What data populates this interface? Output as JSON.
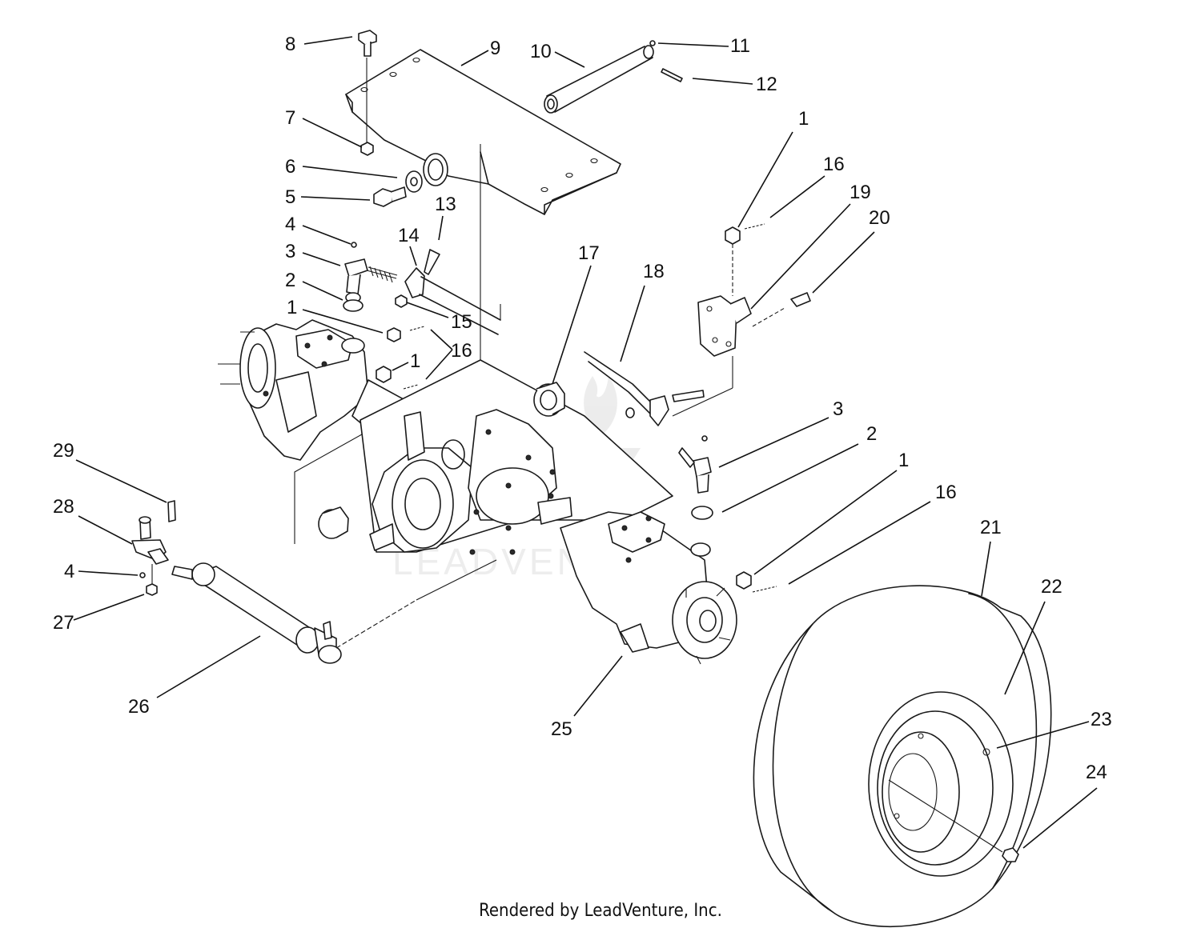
{
  "footer": {
    "credit": "Rendered by LeadVenture, Inc."
  },
  "watermark": {
    "text": "LEADVENTURE"
  },
  "callouts": [
    {
      "id": "c8",
      "label": "8"
    },
    {
      "id": "c9",
      "label": "9"
    },
    {
      "id": "c10",
      "label": "10"
    },
    {
      "id": "c11",
      "label": "11"
    },
    {
      "id": "c12",
      "label": "12"
    },
    {
      "id": "c7",
      "label": "7"
    },
    {
      "id": "c6",
      "label": "6"
    },
    {
      "id": "c5",
      "label": "5"
    },
    {
      "id": "c4a",
      "label": "4"
    },
    {
      "id": "c3a",
      "label": "3"
    },
    {
      "id": "c2a",
      "label": "2"
    },
    {
      "id": "c1a",
      "label": "1"
    },
    {
      "id": "c13",
      "label": "13"
    },
    {
      "id": "c14",
      "label": "14"
    },
    {
      "id": "c15",
      "label": "15"
    },
    {
      "id": "c16a",
      "label": "16"
    },
    {
      "id": "c1b",
      "label": "1"
    },
    {
      "id": "c1c",
      "label": "1"
    },
    {
      "id": "c16b",
      "label": "16"
    },
    {
      "id": "c19",
      "label": "19"
    },
    {
      "id": "c20",
      "label": "20"
    },
    {
      "id": "c17",
      "label": "17"
    },
    {
      "id": "c18",
      "label": "18"
    },
    {
      "id": "c3b",
      "label": "3"
    },
    {
      "id": "c2b",
      "label": "2"
    },
    {
      "id": "c1d",
      "label": "1"
    },
    {
      "id": "c16c",
      "label": "16"
    },
    {
      "id": "c21",
      "label": "21"
    },
    {
      "id": "c22",
      "label": "22"
    },
    {
      "id": "c23",
      "label": "23"
    },
    {
      "id": "c24",
      "label": "24"
    },
    {
      "id": "c29",
      "label": "29"
    },
    {
      "id": "c28",
      "label": "28"
    },
    {
      "id": "c4b",
      "label": "4"
    },
    {
      "id": "c27",
      "label": "27"
    },
    {
      "id": "c26",
      "label": "26"
    },
    {
      "id": "c25",
      "label": "25"
    }
  ]
}
